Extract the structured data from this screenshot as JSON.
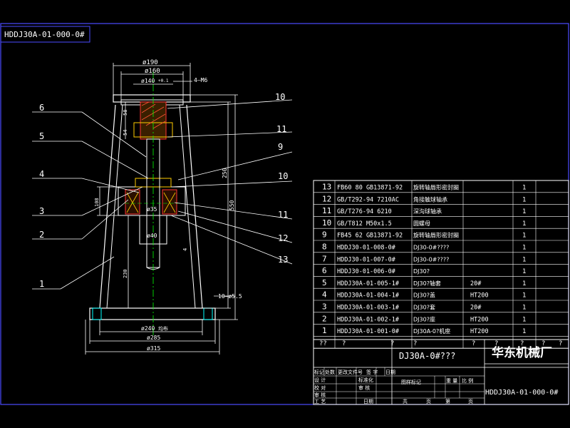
{
  "drawing": {
    "corner_code": "HDDJ30A-01-000-0#",
    "title_code": "HDDJ30A-01-000-0#",
    "drawing_name": "DJ30A-0#???",
    "company": "华东机械厂"
  },
  "dimensions": {
    "d190": "ø190",
    "d160": "ø160",
    "d140": "ø140",
    "tol_140": "+0.1",
    "m6": "4—M6",
    "d35": "ø35",
    "d40": "ø40",
    "d240": "ø240",
    "hole_note": "均布",
    "d285": "ø285",
    "d315": "ø315",
    "h58": "58",
    "h54": "54",
    "h250": "250",
    "h550": "550",
    "h108": "108",
    "h230": "230",
    "h4": "4",
    "bottom_note": "10—ø5.5"
  },
  "balloons": [
    "6",
    "5",
    "4",
    "3",
    "2",
    "1",
    "10",
    "11",
    "9",
    "10",
    "11",
    "12",
    "13"
  ],
  "bom_rows": [
    {
      "no": "13",
      "code": "FB60 80 GB13871-92",
      "name": "旋转轴唇形密封圈",
      "material": "",
      "qty": "1"
    },
    {
      "no": "12",
      "code": "GB/T292-94 7210AC",
      "name": "角接触球轴承",
      "material": "",
      "qty": "1"
    },
    {
      "no": "11",
      "code": "GB/T276-94 6210",
      "name": "深沟球轴承",
      "material": "",
      "qty": "1"
    },
    {
      "no": "10",
      "code": "GB/T812 M50x1.5",
      "name": "圆螺母",
      "material": "",
      "qty": "1"
    },
    {
      "no": "9",
      "code": "FB45 62 GB13871-92",
      "name": "旋转轴唇形密封圈",
      "material": "",
      "qty": "1"
    },
    {
      "no": "8",
      "code": "HDDJ30-01-008-0#",
      "name": "DJ30-0#????",
      "material": "",
      "qty": "1"
    },
    {
      "no": "7",
      "code": "HDDJ30-01-007-0#",
      "name": "DJ30-0#????",
      "material": "",
      "qty": "1"
    },
    {
      "no": "6",
      "code": "HDDJ30-01-006-0#",
      "name": "DJ30?",
      "material": "",
      "qty": "1"
    },
    {
      "no": "5",
      "code": "HDDJ30A-01-005-1#",
      "name": "DJ30?轴套",
      "material": "20#",
      "qty": "1"
    },
    {
      "no": "4",
      "code": "HDDJ30A-01-004-1#",
      "name": "DJ30?盖",
      "material": "HT200",
      "qty": "1"
    },
    {
      "no": "3",
      "code": "HDDJ30A-01-003-1#",
      "name": "DJ30?套",
      "material": "20#",
      "qty": "1"
    },
    {
      "no": "2",
      "code": "HDDJ30A-01-002-1#",
      "name": "DJ30?座",
      "material": "HT200",
      "qty": "1"
    },
    {
      "no": "1",
      "code": "HDDJ30A-01-001-0#",
      "name": "DJ30A-0?机座",
      "material": "HT200",
      "qty": "1"
    }
  ],
  "bom_header": [
    "??",
    "?",
    "?",
    "?",
    "?",
    "?",
    "?",
    "?",
    "?"
  ],
  "title_block": {
    "r1": [
      "标记",
      "处数",
      "更改文件号",
      "签 字",
      "日期"
    ],
    "design": "设 计",
    "standard": "标准化",
    "stage": "图样标记",
    "weight": "重 量",
    "scale": "比 例",
    "check": "校 对",
    "review": "审 核",
    "craft": "审 核",
    "process": "工 艺",
    "date": "日期",
    "total": "共",
    "page": "页",
    "sheet": "第",
    "page2": "页"
  }
}
